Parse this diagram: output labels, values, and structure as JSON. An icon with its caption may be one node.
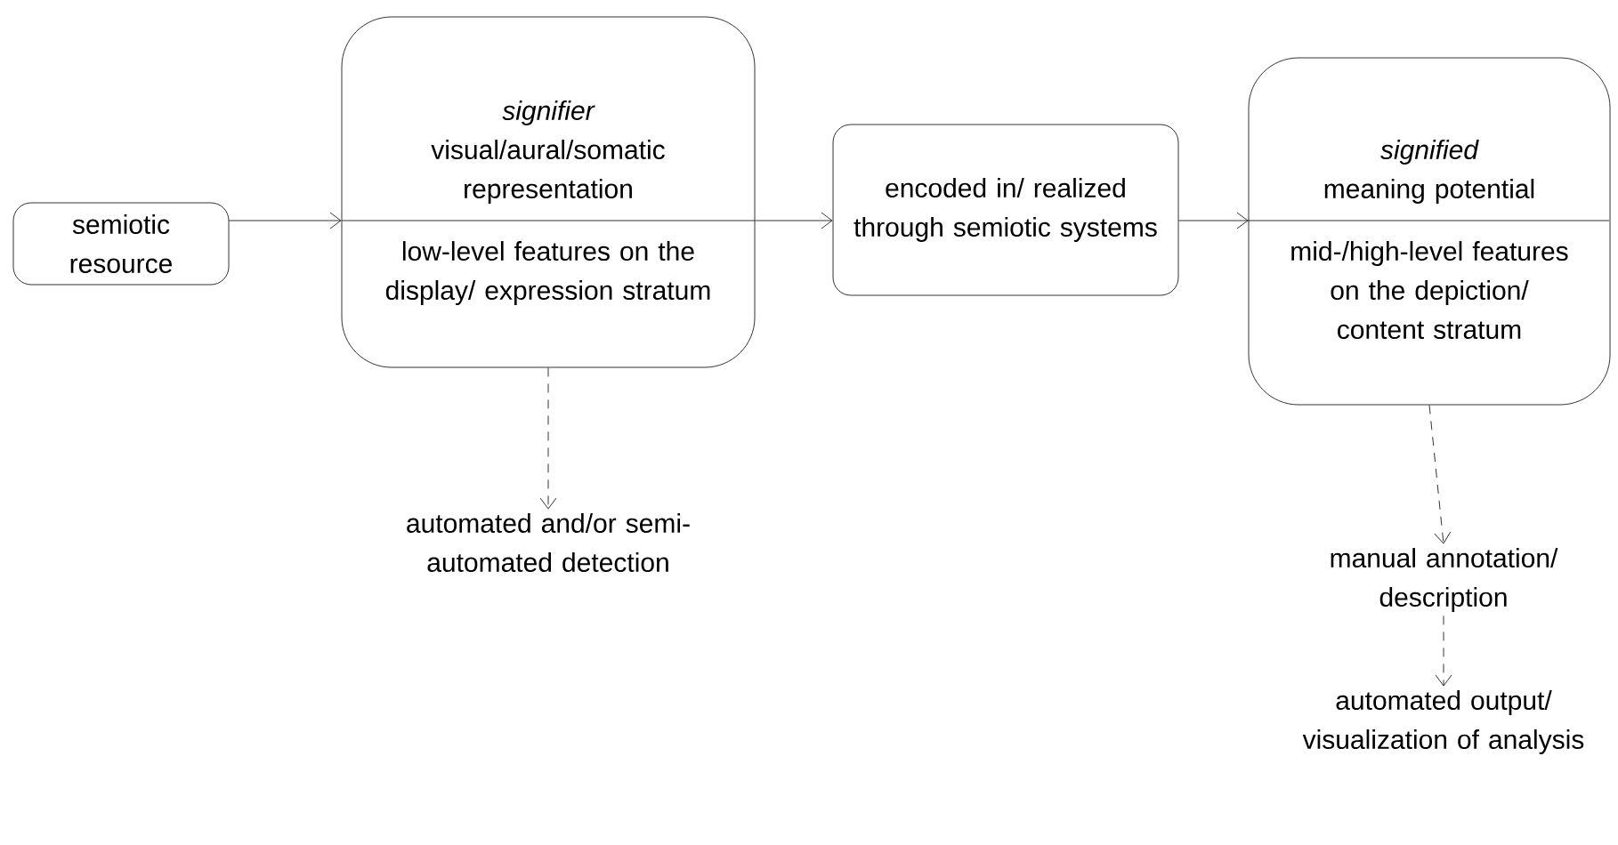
{
  "diagram": {
    "nodes": [
      {
        "text": [
          "semiotic resource"
        ]
      },
      {
        "text": [
          "signifier",
          "visual/aural/somatic representation",
          "low-level features on the display/ expression stratum"
        ]
      },
      {
        "text": [
          "encoded in/ realized through semiotic systems"
        ]
      },
      {
        "text": [
          "signified",
          "meaning potential",
          "mid-/high-level features on the depiction/ content stratum"
        ]
      },
      {
        "text": [
          "automated and/or semi-automated detection"
        ]
      },
      {
        "text": [
          "manual annotation/ description"
        ]
      },
      {
        "text": [
          "automated output/ visualization of analysis"
        ]
      }
    ],
    "edges": [
      {
        "from": 0,
        "to": 1,
        "arrow": "to"
      },
      {
        "from": 1,
        "to": 2,
        "arrow": "to"
      },
      {
        "from": 2,
        "to": 3,
        "arrow": "to"
      },
      {
        "from": 1,
        "to": 4,
        "arrow": "to",
        "style": "dashed"
      },
      {
        "from": 3,
        "to": 5,
        "arrow": "to",
        "style": "dashed"
      },
      {
        "from": 5,
        "to": 6,
        "arrow": "to",
        "style": "dashed"
      }
    ]
  }
}
